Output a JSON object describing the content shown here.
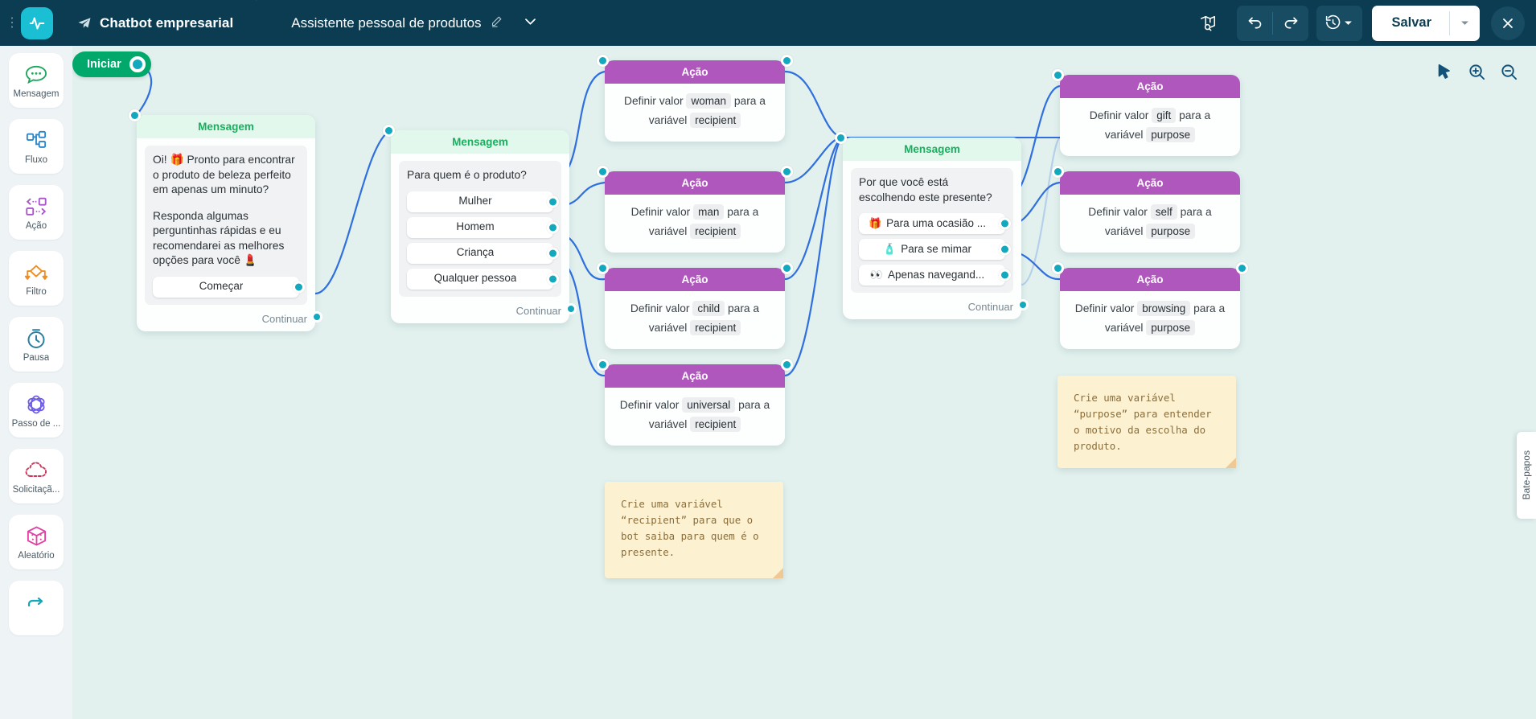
{
  "header": {
    "app_menu_icon": "kebab-menu-icon",
    "logo_icon": "activity-pulse-logo",
    "breadcrumb_1": "Chatbot empresarial",
    "breadcrumb_1_icon": "telegram-send-icon",
    "breadcrumb_2": "Assistente pessoal de produtos",
    "edit_icon": "pencil-edit-icon",
    "dropdown_icon": "chevron-down-icon",
    "map_icon": "map-search-icon",
    "undo_icon": "undo-arrow-icon",
    "redo_icon": "redo-arrow-icon",
    "history_icon": "clock-history-icon",
    "history_caret_icon": "caret-down-icon",
    "save_label": "Salvar",
    "save_caret_icon": "caret-down-icon",
    "close_icon": "close-x-icon",
    "bg_color": "#0c3c51",
    "accent_color": "#1bbfd4"
  },
  "sidebar": {
    "items": [
      {
        "label": "Mensagem",
        "icon": "chat-bubble-icon",
        "color": "#1ca85c"
      },
      {
        "label": "Fluxo",
        "icon": "flow-tree-icon",
        "color": "#2d86c9"
      },
      {
        "label": "Ação",
        "icon": "action-exchange-icon",
        "color": "#a855c7"
      },
      {
        "label": "Filtro",
        "icon": "filter-diamond-icon",
        "color": "#f08c21"
      },
      {
        "label": "Pausa",
        "icon": "stopwatch-icon",
        "color": "#2a7f9e"
      },
      {
        "label": "Passo de ...",
        "icon": "atom-orbit-icon",
        "color": "#6c5ce7"
      },
      {
        "label": "Solicitaçã...",
        "icon": "cloud-request-icon",
        "color": "#c9375c"
      },
      {
        "label": "Aleatório",
        "icon": "dice-cube-icon",
        "color": "#e040a0"
      },
      {
        "label": "",
        "icon": "repeat-loop-icon",
        "color": "#12a8bd"
      }
    ]
  },
  "canvas": {
    "start": {
      "label": "Iniciar",
      "port_icon": "output-port"
    },
    "tools": [
      {
        "name": "pointer-tool",
        "icon": "cursor-arrow-icon"
      },
      {
        "name": "zoom-in-tool",
        "icon": "zoom-in-icon"
      },
      {
        "name": "zoom-out-tool",
        "icon": "zoom-out-icon"
      }
    ],
    "chat_tab_label": "Bate-papos",
    "continue_label": "Continuar",
    "headers": {
      "message": "Mensagem",
      "action": "Ação"
    },
    "nodes": {
      "welcome": {
        "title": "Mensagem",
        "paragraph_1": "Oi! 🎁 Pronto para encontrar o produto de beleza perfeito em apenas um minuto?",
        "paragraph_2": "Responda algumas perguntinhas rápidas e eu recomendarei as melhores opções para você 💄",
        "button": "Começar",
        "footer": "Continuar"
      },
      "recipient_question": {
        "title": "Mensagem",
        "question": "Para quem é o produto?",
        "options": [
          "Mulher",
          "Homem",
          "Criança",
          "Qualquer pessoa"
        ],
        "footer": "Continuar"
      },
      "purpose_question": {
        "title": "Mensagem",
        "question": "Por que você está escolhendo este presente?",
        "options": [
          {
            "emoji": "🎁",
            "label": "Para uma ocasião ..."
          },
          {
            "emoji": "🧴",
            "label": "Para se mimar"
          },
          {
            "emoji": "👀",
            "label": "Apenas navegand..."
          }
        ],
        "footer": "Continuar"
      }
    },
    "actions_recipient": [
      {
        "title": "Ação",
        "prefix": "Definir valor",
        "value": "woman",
        "mid": "para a",
        "suffix": "variável",
        "variable": "recipient"
      },
      {
        "title": "Ação",
        "prefix": "Definir valor",
        "value": "man",
        "mid": "para a",
        "suffix": "variável",
        "variable": "recipient"
      },
      {
        "title": "Ação",
        "prefix": "Definir valor",
        "value": "child",
        "mid": "para a",
        "suffix": "variável",
        "variable": "recipient"
      },
      {
        "title": "Ação",
        "prefix": "Definir valor",
        "value": "universal",
        "mid": "para a",
        "suffix": "variável",
        "variable": "recipient"
      }
    ],
    "actions_purpose": [
      {
        "title": "Ação",
        "prefix": "Definir valor",
        "value": "gift",
        "mid": "para a",
        "suffix": "variável",
        "variable": "purpose"
      },
      {
        "title": "Ação",
        "prefix": "Definir valor",
        "value": "self",
        "mid": "para a",
        "suffix": "variável",
        "variable": "purpose"
      },
      {
        "title": "Ação",
        "prefix": "Definir valor",
        "value": "browsing",
        "mid": "para a",
        "suffix": "variável",
        "variable": "purpose"
      }
    ],
    "notes": [
      {
        "text": "Crie uma variável “recipient” para que o bot saiba para quem é o presente."
      },
      {
        "text": "Crie uma variável “purpose” para entender o motivo da escolha do produto."
      }
    ]
  }
}
